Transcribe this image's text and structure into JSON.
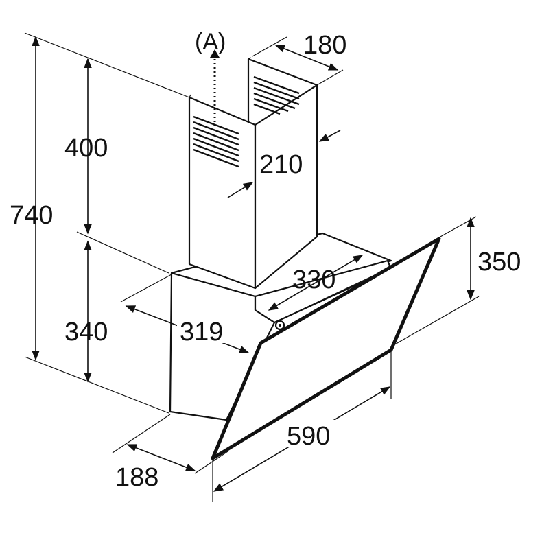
{
  "callout": {
    "label": "(A)"
  },
  "dimensions": {
    "chimney_width": "180",
    "chimney_depth": "210",
    "chimney_height": "400",
    "total_height": "740",
    "body_height": "340",
    "glass_height": "350",
    "top_depth": "330",
    "body_depth": "319",
    "glass_width": "590",
    "base_depth": "188"
  },
  "colors": {
    "ink": "#111111",
    "background": "#ffffff"
  }
}
